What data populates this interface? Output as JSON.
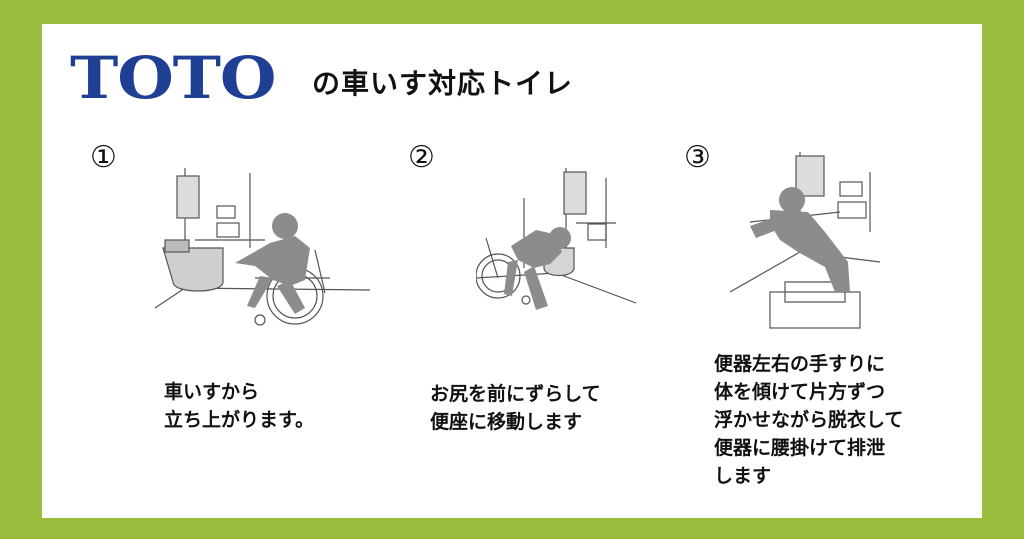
{
  "header": {
    "logo_text": "TOTO",
    "title_suffix": "の車いす対応トイレ"
  },
  "steps": [
    {
      "number": "①",
      "lines": [
        "車いすから",
        "立ち上がります。"
      ],
      "icon": "person-standing-from-wheelchair"
    },
    {
      "number": "②",
      "lines": [
        "お尻を前にずらして",
        "便座に移動します"
      ],
      "icon": "person-transferring-to-toilet"
    },
    {
      "number": "③",
      "lines": [
        "便器左右の手すりに",
        "体を傾けて片方ずつ",
        "浮かせながら脱衣して",
        "便器に腰掛けて排泄",
        "します"
      ],
      "icon": "person-seated-on-toilet"
    }
  ],
  "colors": {
    "border": "#9bbb3c",
    "logo": "#1f3f94",
    "figure": "#8c8c8c"
  }
}
